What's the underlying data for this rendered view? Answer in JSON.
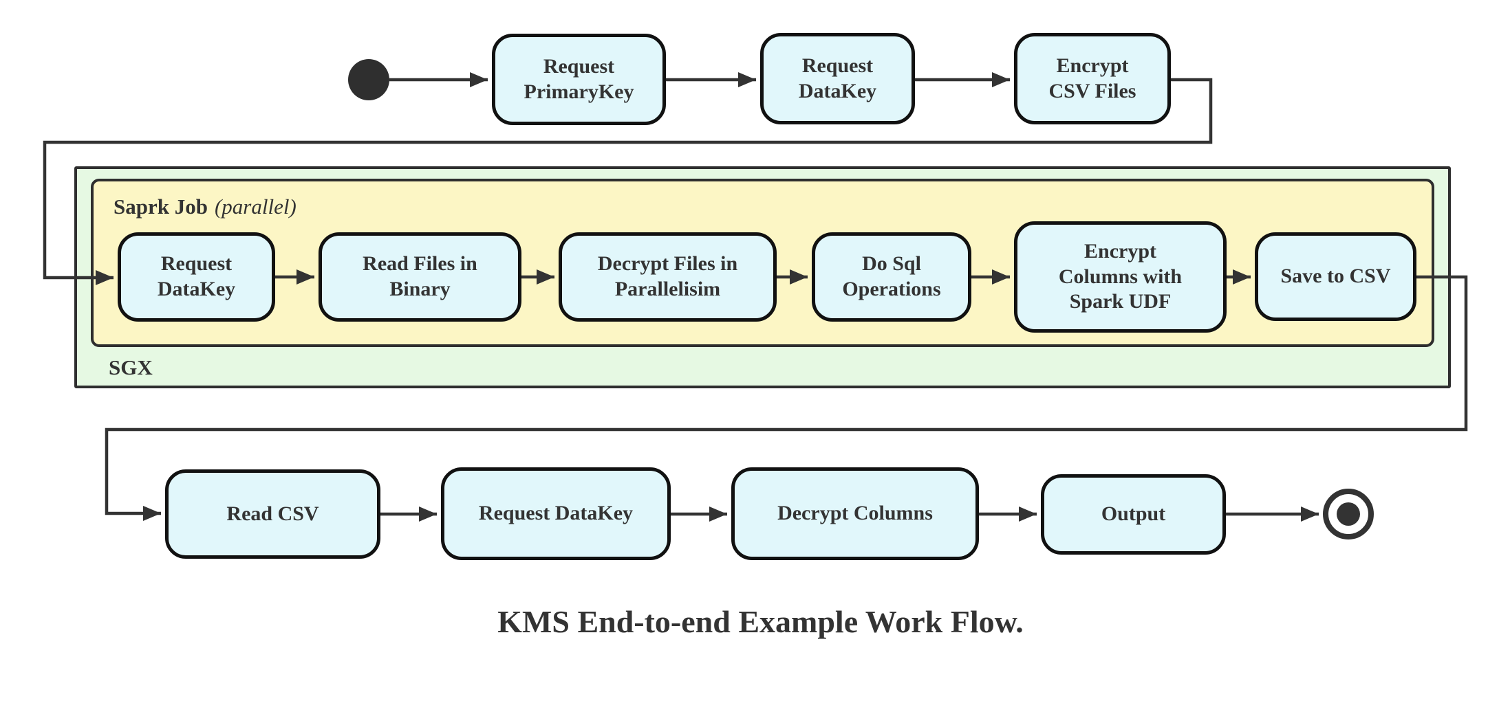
{
  "diagram": {
    "caption": "KMS End-to-end Example Work Flow.",
    "sgx": {
      "label": "SGX"
    },
    "spark_job": {
      "title": "Saprk Job",
      "mode": "(parallel)"
    },
    "top_row": {
      "request_primarykey": "Request\nPrimaryKey",
      "request_datakey": "Request\nDataKey",
      "encrypt_csv_files": "Encrypt\nCSV Files"
    },
    "spark_row": {
      "request_datakey": "Request\nDataKey",
      "read_files_in_binary": "Read Files in\nBinary",
      "decrypt_files_in_parallelisim": "Decrypt Files in\nParallelisim",
      "do_sql_operations": "Do Sql\nOperations",
      "encrypt_columns_with_spark_udf": "Encrypt\nColumns with\nSpark UDF",
      "save_to_csv": "Save to CSV"
    },
    "bottom_row": {
      "read_csv": "Read CSV",
      "request_datakey": "Request DataKey",
      "decrypt_columns": "Decrypt Columns",
      "output": "Output"
    },
    "colors": {
      "node_fill": "#e1f7fb",
      "node_border": "#111111",
      "sgx_fill": "#e6f9e3",
      "spark_fill": "#fcf6c5",
      "container_border": "#2e2e2e",
      "edge": "#333333",
      "text": "#333333"
    }
  }
}
